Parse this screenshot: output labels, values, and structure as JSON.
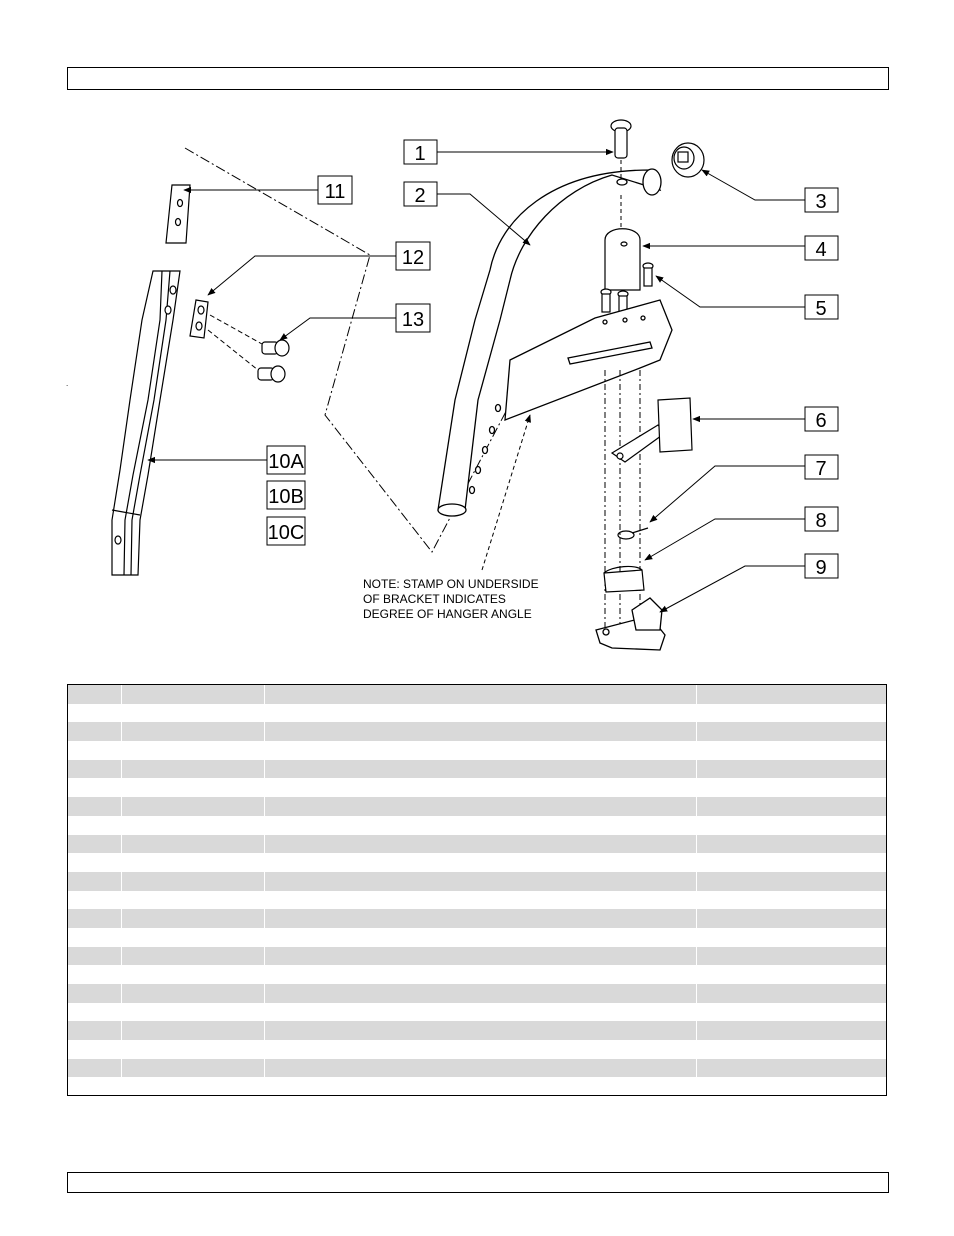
{
  "callouts": [
    {
      "id": "c1",
      "text": "1"
    },
    {
      "id": "c2",
      "text": "2"
    },
    {
      "id": "c3",
      "text": "3"
    },
    {
      "id": "c4",
      "text": "4"
    },
    {
      "id": "c5",
      "text": "5"
    },
    {
      "id": "c6",
      "text": "6"
    },
    {
      "id": "c7",
      "text": "7"
    },
    {
      "id": "c8",
      "text": "8"
    },
    {
      "id": "c9",
      "text": "9"
    },
    {
      "id": "c10a",
      "text": "10A"
    },
    {
      "id": "c10b",
      "text": "10B"
    },
    {
      "id": "c10c",
      "text": "10C"
    },
    {
      "id": "c11",
      "text": "11"
    },
    {
      "id": "c12",
      "text": "12"
    },
    {
      "id": "c13",
      "text": "13"
    }
  ],
  "note": {
    "line1": "NOTE: STAMP ON UNDERSIDE",
    "line2": "OF BRACKET INDICATES",
    "line3": "DEGREE OF HANGER ANGLE"
  },
  "colors": {
    "row_shade": "#d9d9d9",
    "line": "#000000"
  }
}
